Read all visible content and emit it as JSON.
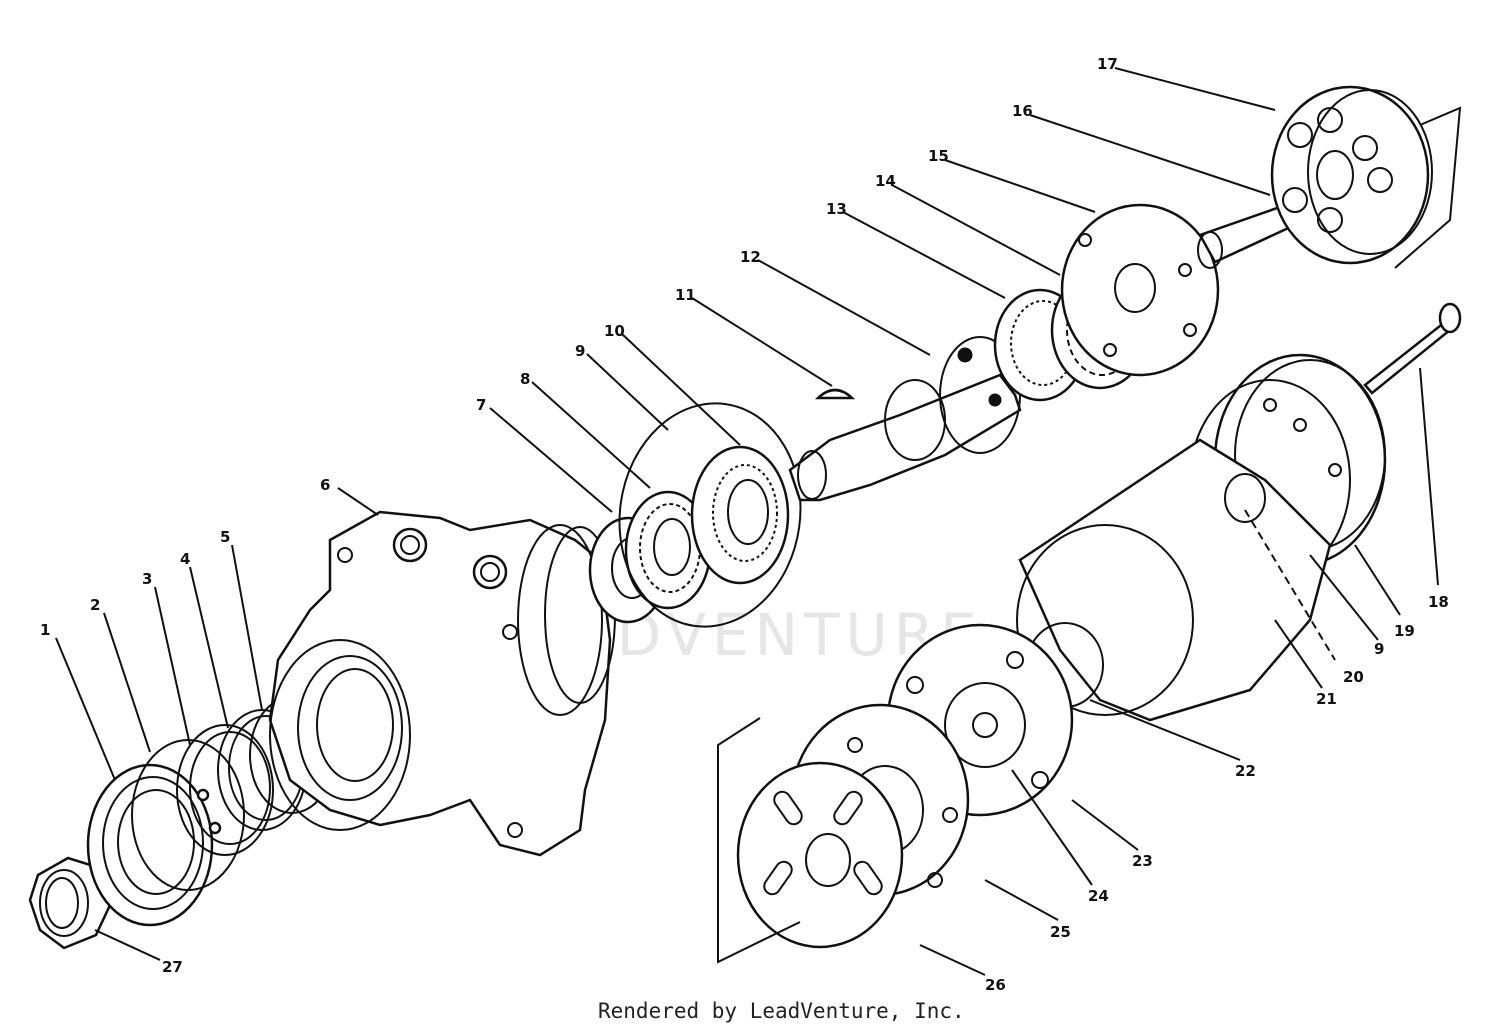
{
  "watermark": "LEADVENTURE",
  "credit": "Rendered by LeadVenture, Inc.",
  "callouts": [
    {
      "id": "1",
      "text": "1"
    },
    {
      "id": "2",
      "text": "2"
    },
    {
      "id": "3",
      "text": "3"
    },
    {
      "id": "4",
      "text": "4"
    },
    {
      "id": "5",
      "text": "5"
    },
    {
      "id": "6",
      "text": "6"
    },
    {
      "id": "7",
      "text": "7"
    },
    {
      "id": "8",
      "text": "8"
    },
    {
      "id": "9a",
      "text": "9"
    },
    {
      "id": "10",
      "text": "10"
    },
    {
      "id": "11",
      "text": "11"
    },
    {
      "id": "12",
      "text": "12"
    },
    {
      "id": "13",
      "text": "13"
    },
    {
      "id": "14",
      "text": "14"
    },
    {
      "id": "15",
      "text": "15"
    },
    {
      "id": "16",
      "text": "16"
    },
    {
      "id": "17",
      "text": "17"
    },
    {
      "id": "18",
      "text": "18"
    },
    {
      "id": "19",
      "text": "19"
    },
    {
      "id": "9b",
      "text": "9"
    },
    {
      "id": "20",
      "text": "20"
    },
    {
      "id": "21",
      "text": "21"
    },
    {
      "id": "22",
      "text": "22"
    },
    {
      "id": "23",
      "text": "23"
    },
    {
      "id": "24",
      "text": "24"
    },
    {
      "id": "25",
      "text": "25"
    },
    {
      "id": "26",
      "text": "26"
    },
    {
      "id": "27",
      "text": "27"
    }
  ]
}
